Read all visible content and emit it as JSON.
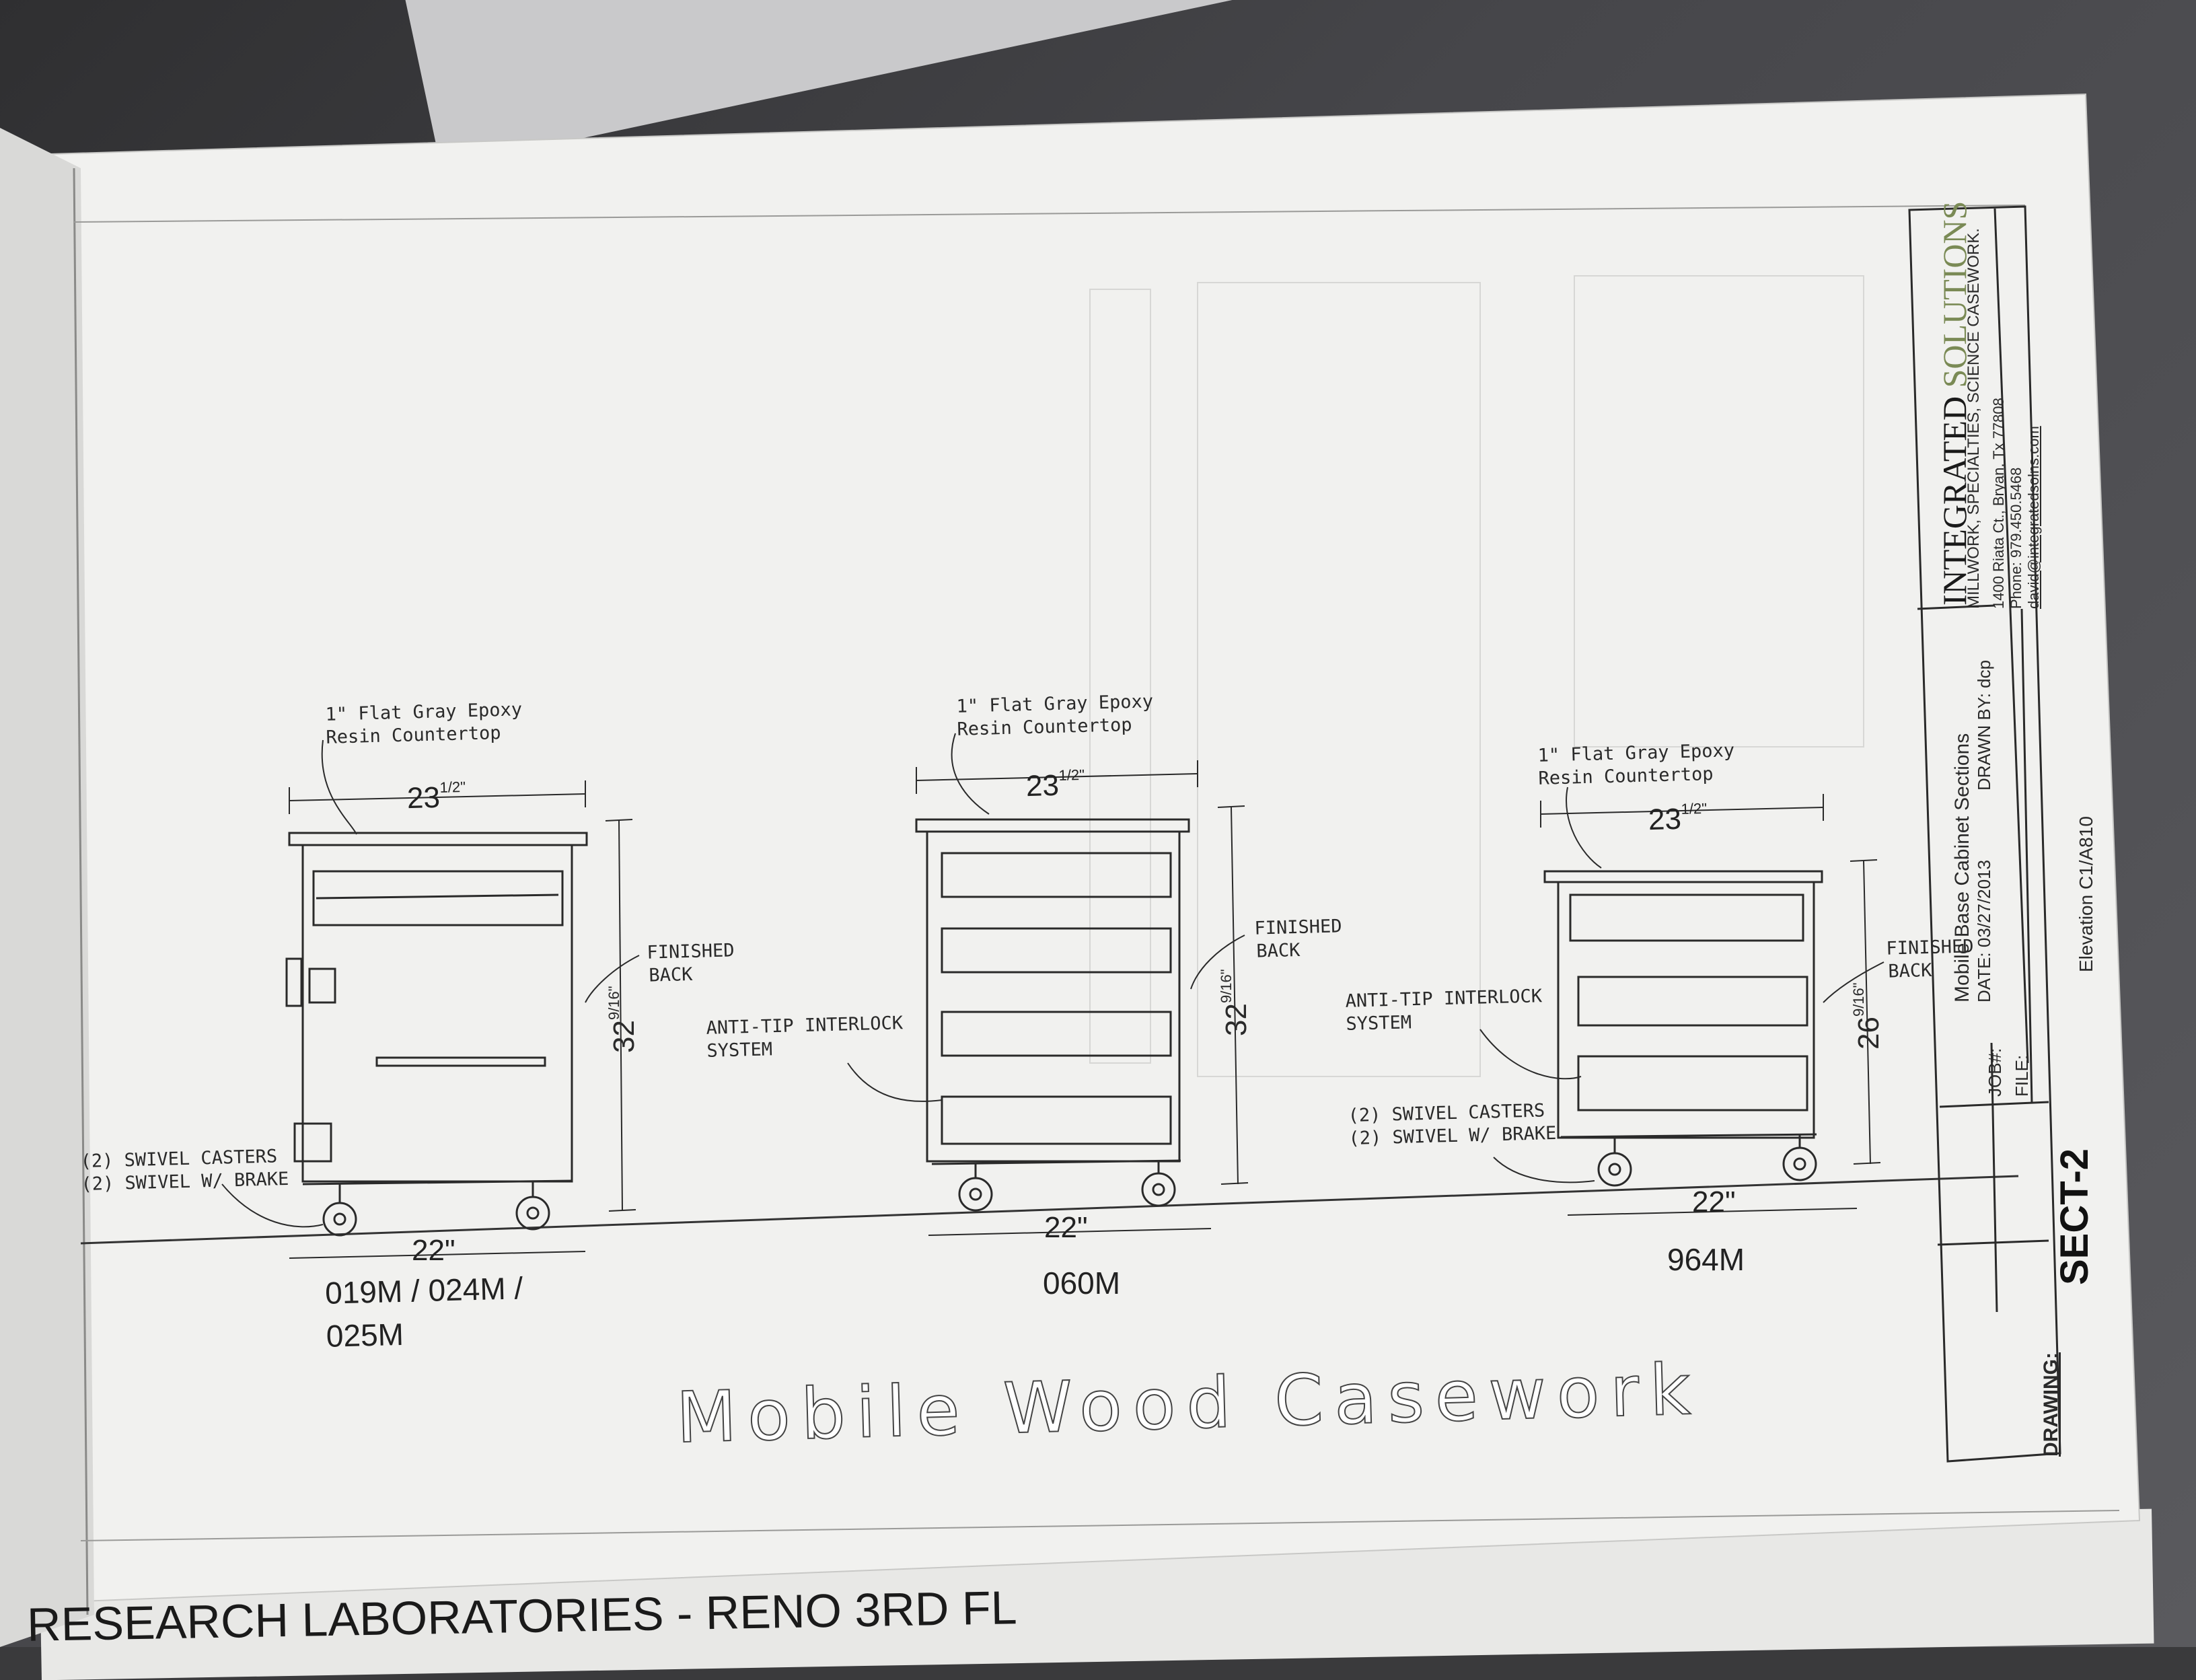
{
  "title": "Mobile Wood Casework",
  "footer_strip_text": "RESEARCH LABORATORIES - RENO 3RD FL",
  "sections": [
    {
      "countertop_note": [
        "1\" Flat Gray Epoxy",
        "Resin Countertop"
      ],
      "top_width": "23",
      "top_width_frac": "1/2\"",
      "height": "32",
      "height_frac": "9/16\"",
      "finished_back": [
        "FINISHED",
        "BACK"
      ],
      "casters": [
        "(2) SWIVEL CASTERS",
        "(2) SWIVEL W/ BRAKE"
      ],
      "base_width": "22\"",
      "tag": [
        "019M / 024M /",
        "025M"
      ]
    },
    {
      "countertop_note": [
        "1\" Flat Gray Epoxy",
        "Resin Countertop"
      ],
      "top_width": "23",
      "top_width_frac": "1/2\"",
      "height": "32",
      "height_frac": "9/16\"",
      "finished_back": [
        "FINISHED",
        "BACK"
      ],
      "anti_tip": [
        "ANTI-TIP INTERLOCK",
        "SYSTEM"
      ],
      "base_width": "22\"",
      "tag": [
        "060M"
      ]
    },
    {
      "countertop_note": [
        "1\" Flat Gray Epoxy",
        "Resin Countertop"
      ],
      "top_width": "23",
      "top_width_frac": "1/2\"",
      "height": "26",
      "height_frac": "9/16\"",
      "finished_back": [
        "FINISHED",
        "BACK"
      ],
      "anti_tip": [
        "ANTI-TIP INTERLOCK",
        "SYSTEM"
      ],
      "casters": [
        "(2) SWIVEL CASTERS",
        "(2) SWIVEL W/ BRAKE"
      ],
      "base_width": "22\"",
      "tag": [
        "964M"
      ]
    }
  ],
  "title_block": {
    "company": "INTEGRATED",
    "company_accent": "SOLUTIONS",
    "tagline": "MILLWORK, SPECIALTIES, SCIENCE CASEWORK.",
    "address": "1400 Riata Ct., Bryan, Tx 77808",
    "phone": "Phone: 979.450.5468",
    "email": "david@integratedsolns.com",
    "sheet_title": "Mobile Base Cabinet Sections",
    "date_label": "DATE:",
    "date_value": "03/27/2013",
    "drawn_by_label": "DRAWN BY:",
    "drawn_by_value": "dcp",
    "job_label": "JOB#:",
    "file_label": "FILE:",
    "file_value": "Elevation C1/A810",
    "drawing_label": "DRAWING:",
    "drawing_number": "SECT-2"
  },
  "colors": {
    "paper": "#f1f1ef",
    "ink": "#2a2a2a",
    "accent": "#7a8a55",
    "background": "#3a3a3c"
  }
}
